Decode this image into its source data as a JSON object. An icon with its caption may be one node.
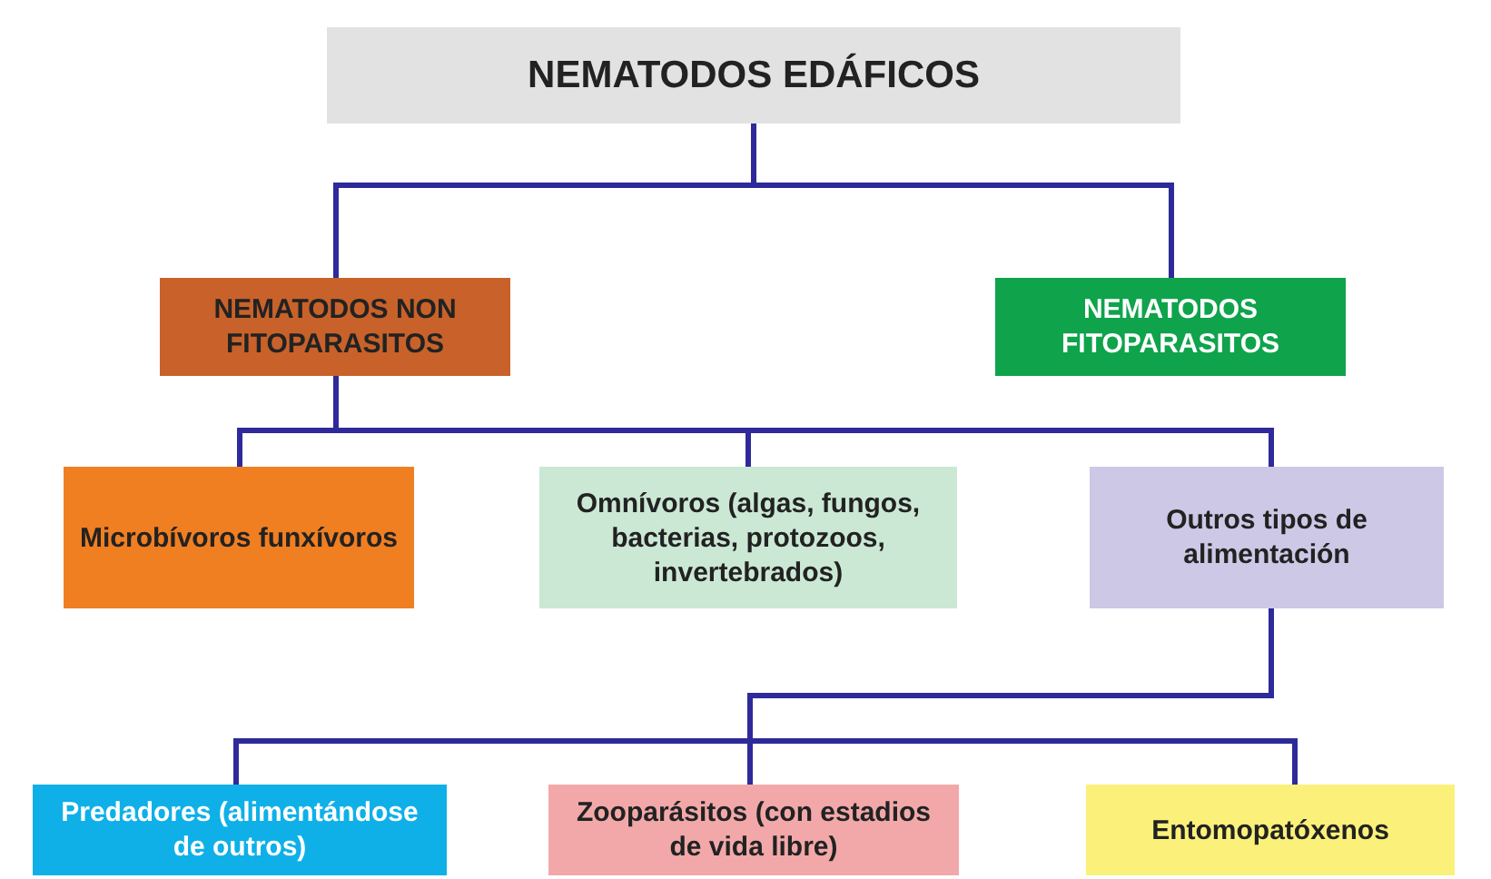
{
  "diagram": {
    "nodes": [
      {
        "text": [
          "NEMATODOS EDÁFICOS"
        ]
      },
      {
        "text": [
          "NEMATODOS NON FITOPARASITOS"
        ]
      },
      {
        "text": [
          "NEMATODOS FITOPARASITOS"
        ]
      },
      {
        "text": [
          "Microbívoros funxívoros"
        ]
      },
      {
        "text": [
          "Omnívoros (algas, fungos, bacterias, protozoos, invertebrados)"
        ]
      },
      {
        "text": [
          "Outros tipos de alimentación"
        ]
      },
      {
        "text": [
          "Predadores (alimentándose de outros)"
        ]
      },
      {
        "text": [
          "Zooparásitos (con estadios de vida libre)"
        ]
      },
      {
        "text": [
          "Entomopatóxenos"
        ]
      }
    ],
    "edges": [
      {
        "from": 0,
        "to": 1,
        "arrow": "none"
      },
      {
        "from": 0,
        "to": 2,
        "arrow": "none"
      },
      {
        "from": 1,
        "to": 3,
        "arrow": "none"
      },
      {
        "from": 1,
        "to": 4,
        "arrow": "none"
      },
      {
        "from": 1,
        "to": 5,
        "arrow": "none"
      },
      {
        "from": 5,
        "to": 6,
        "arrow": "none"
      },
      {
        "from": 5,
        "to": 7,
        "arrow": "none"
      },
      {
        "from": 5,
        "to": 8,
        "arrow": "none"
      }
    ]
  }
}
